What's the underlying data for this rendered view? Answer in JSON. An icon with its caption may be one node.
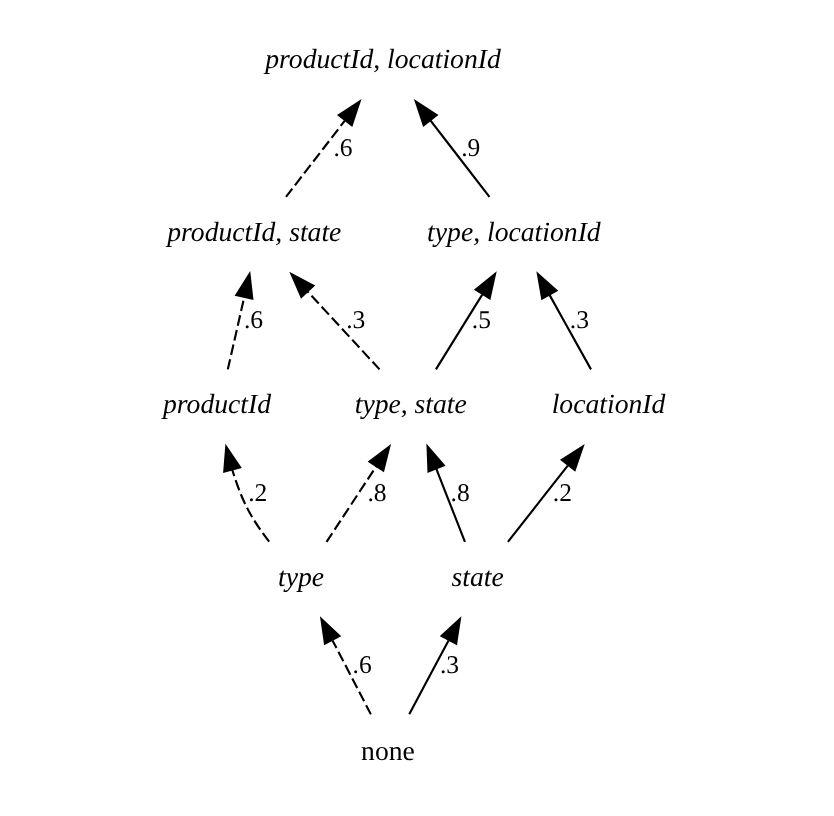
{
  "diagram": {
    "nodes": [
      {
        "text": [
          "productId, locationId"
        ]
      },
      {
        "text": [
          "productId, state"
        ]
      },
      {
        "text": [
          "type, locationId"
        ]
      },
      {
        "text": [
          "productId"
        ]
      },
      {
        "text": [
          "type, state"
        ]
      },
      {
        "text": [
          "locationId"
        ]
      },
      {
        "text": [
          "type"
        ]
      },
      {
        "text": [
          "state"
        ]
      },
      {
        "text": [
          "none"
        ]
      }
    ],
    "edges": [
      {
        "from": 1,
        "to": 0,
        "arrow": "to",
        "label": ".6",
        "style": "dashed"
      },
      {
        "from": 2,
        "to": 0,
        "arrow": "to",
        "label": ".9"
      },
      {
        "from": 3,
        "to": 1,
        "arrow": "to",
        "label": ".6",
        "style": "dashed"
      },
      {
        "from": 4,
        "to": 1,
        "arrow": "to",
        "label": ".3",
        "style": "dashed"
      },
      {
        "from": 4,
        "to": 2,
        "arrow": "to",
        "label": ".5"
      },
      {
        "from": 5,
        "to": 2,
        "arrow": "to",
        "label": ".3"
      },
      {
        "from": 6,
        "to": 3,
        "arrow": "to",
        "label": ".2",
        "style": "dashed"
      },
      {
        "from": 6,
        "to": 4,
        "arrow": "to",
        "label": ".8",
        "style": "dashed"
      },
      {
        "from": 7,
        "to": 4,
        "arrow": "to",
        "label": ".8"
      },
      {
        "from": 7,
        "to": 5,
        "arrow": "to",
        "label": ".2"
      },
      {
        "from": 8,
        "to": 6,
        "arrow": "to",
        "label": ".6",
        "style": "dashed"
      },
      {
        "from": 8,
        "to": 7,
        "arrow": "to",
        "label": ".3"
      }
    ]
  }
}
